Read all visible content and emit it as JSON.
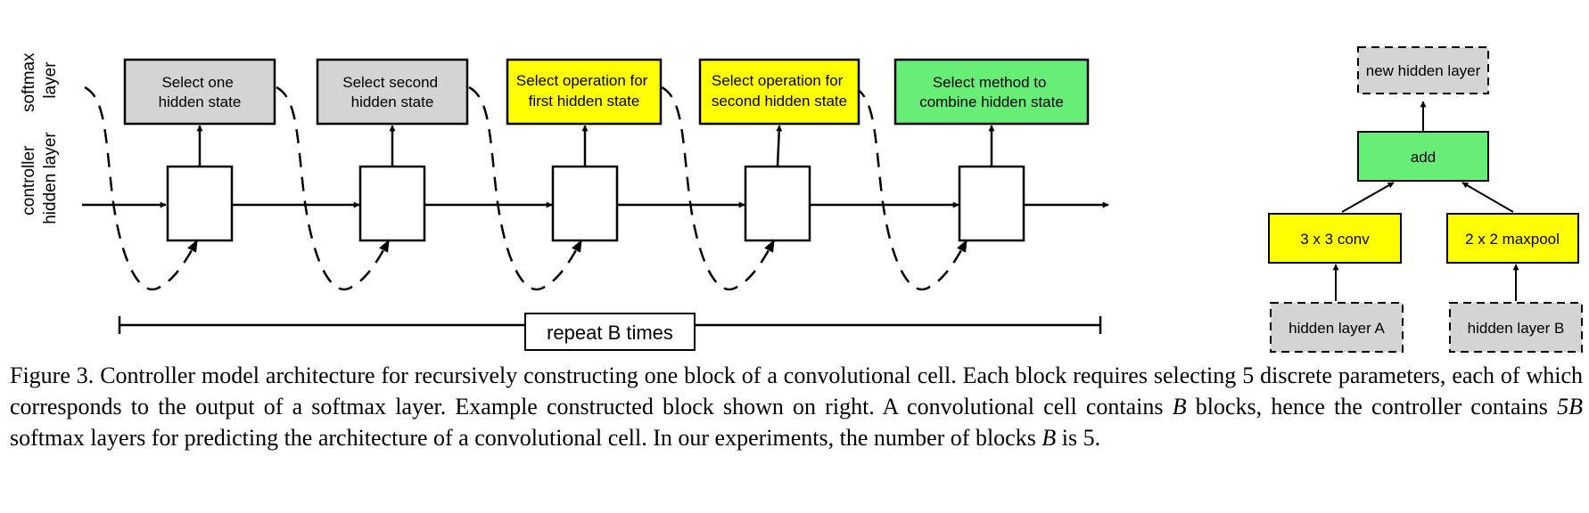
{
  "axis_labels": {
    "softmax": [
      "softmax",
      "layer"
    ],
    "hidden": [
      "controller",
      "hidden layer"
    ]
  },
  "softmax_boxes": [
    {
      "lines": [
        "Select one",
        "hidden state"
      ],
      "fill": "#d4d4d4"
    },
    {
      "lines": [
        "Select second",
        "hidden state"
      ],
      "fill": "#d4d4d4"
    },
    {
      "lines": [
        "Select operation for",
        "first hidden state"
      ],
      "fill": "#ffff00"
    },
    {
      "lines": [
        "Select operation for",
        "second hidden state"
      ],
      "fill": "#ffff00"
    },
    {
      "lines": [
        "Select method to",
        "combine hidden state"
      ],
      "fill": "#66ee77"
    }
  ],
  "repeat_label": "repeat B times",
  "example_block": {
    "output": "new hidden layer",
    "combine": "add",
    "op_left": "3 x 3 conv",
    "op_right": "2 x 2 maxpool",
    "input_left": "hidden layer A",
    "input_right": "hidden layer B"
  },
  "colors": {
    "gray": "#d4d4d4",
    "yellow": "#ffff00",
    "green": "#66ee77"
  },
  "caption": {
    "p1": "Figure 3. Controller model architecture for recursively constructing one block of a convolutional cell. Each block requires selecting 5 discrete parameters, each of which corresponds to the output of a softmax layer. Example constructed block shown on right. A convolutional cell contains ",
    "b1": "B",
    "p2": " blocks, hence the controller contains ",
    "b2": "5B",
    "p3": " softmax layers for predicting the architecture of a convolutional cell. In our experiments, the number of blocks ",
    "b3": "B",
    "p4": " is 5."
  }
}
